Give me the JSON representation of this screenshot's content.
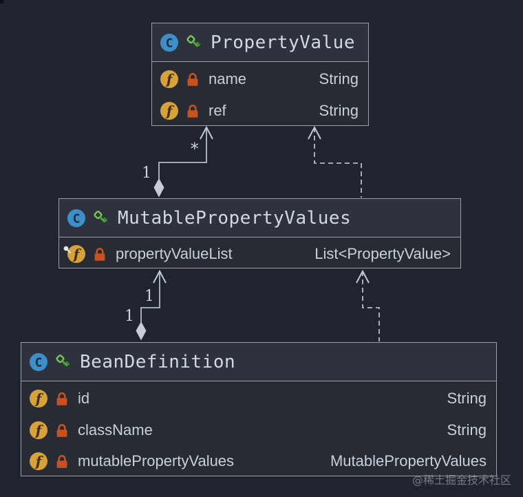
{
  "diagram": {
    "tool_style": "intellij-uml-class-diagram",
    "watermark": "@稀土掘金技术社区"
  },
  "colors": {
    "background": "#20242e",
    "node_body": "#262b34",
    "node_header": "#2d323c",
    "node_border": "#99a0ab",
    "edge_line": "#b6bdc7",
    "title_text": "#d2d9e3",
    "field_text": "#c9d0da",
    "class_icon_blue": "#3e8fc9",
    "key_icon_green": "#55ab3f",
    "field_icon_gold": "#d7a13c",
    "lock_icon_orange": "#c8511f",
    "pin_icon_white": "#ece9e2"
  },
  "icons": {
    "class_letter": "C",
    "field_letter": "f"
  },
  "classes": [
    {
      "name": "PropertyValue",
      "fields": [
        {
          "name": "name",
          "type": "String"
        },
        {
          "name": "ref",
          "type": "String"
        }
      ]
    },
    {
      "name": "MutablePropertyValues",
      "fields": [
        {
          "name": "propertyValueList",
          "type": "List<PropertyValue>",
          "pinned": true
        }
      ]
    },
    {
      "name": "BeanDefinition",
      "fields": [
        {
          "name": "id",
          "type": "String"
        },
        {
          "name": "className",
          "type": "String"
        },
        {
          "name": "mutablePropertyValues",
          "type": "MutablePropertyValues"
        }
      ]
    }
  ],
  "edges": {
    "agg_mpv_to_pv": {
      "type": "aggregation",
      "from": "MutablePropertyValues",
      "to": "PropertyValue",
      "line": "solid",
      "target_multiplicity": "*",
      "source_multiplicity": "1"
    },
    "dep_mpv_to_pv": {
      "type": "dependency",
      "from": "MutablePropertyValues",
      "to": "PropertyValue",
      "line": "dashed"
    },
    "agg_bd_to_mpv": {
      "type": "aggregation",
      "from": "BeanDefinition",
      "to": "MutablePropertyValues",
      "line": "solid",
      "target_multiplicity": "1",
      "source_multiplicity": "1"
    },
    "dep_bd_to_mpv": {
      "type": "dependency",
      "from": "BeanDefinition",
      "to": "MutablePropertyValues",
      "line": "dashed"
    }
  }
}
